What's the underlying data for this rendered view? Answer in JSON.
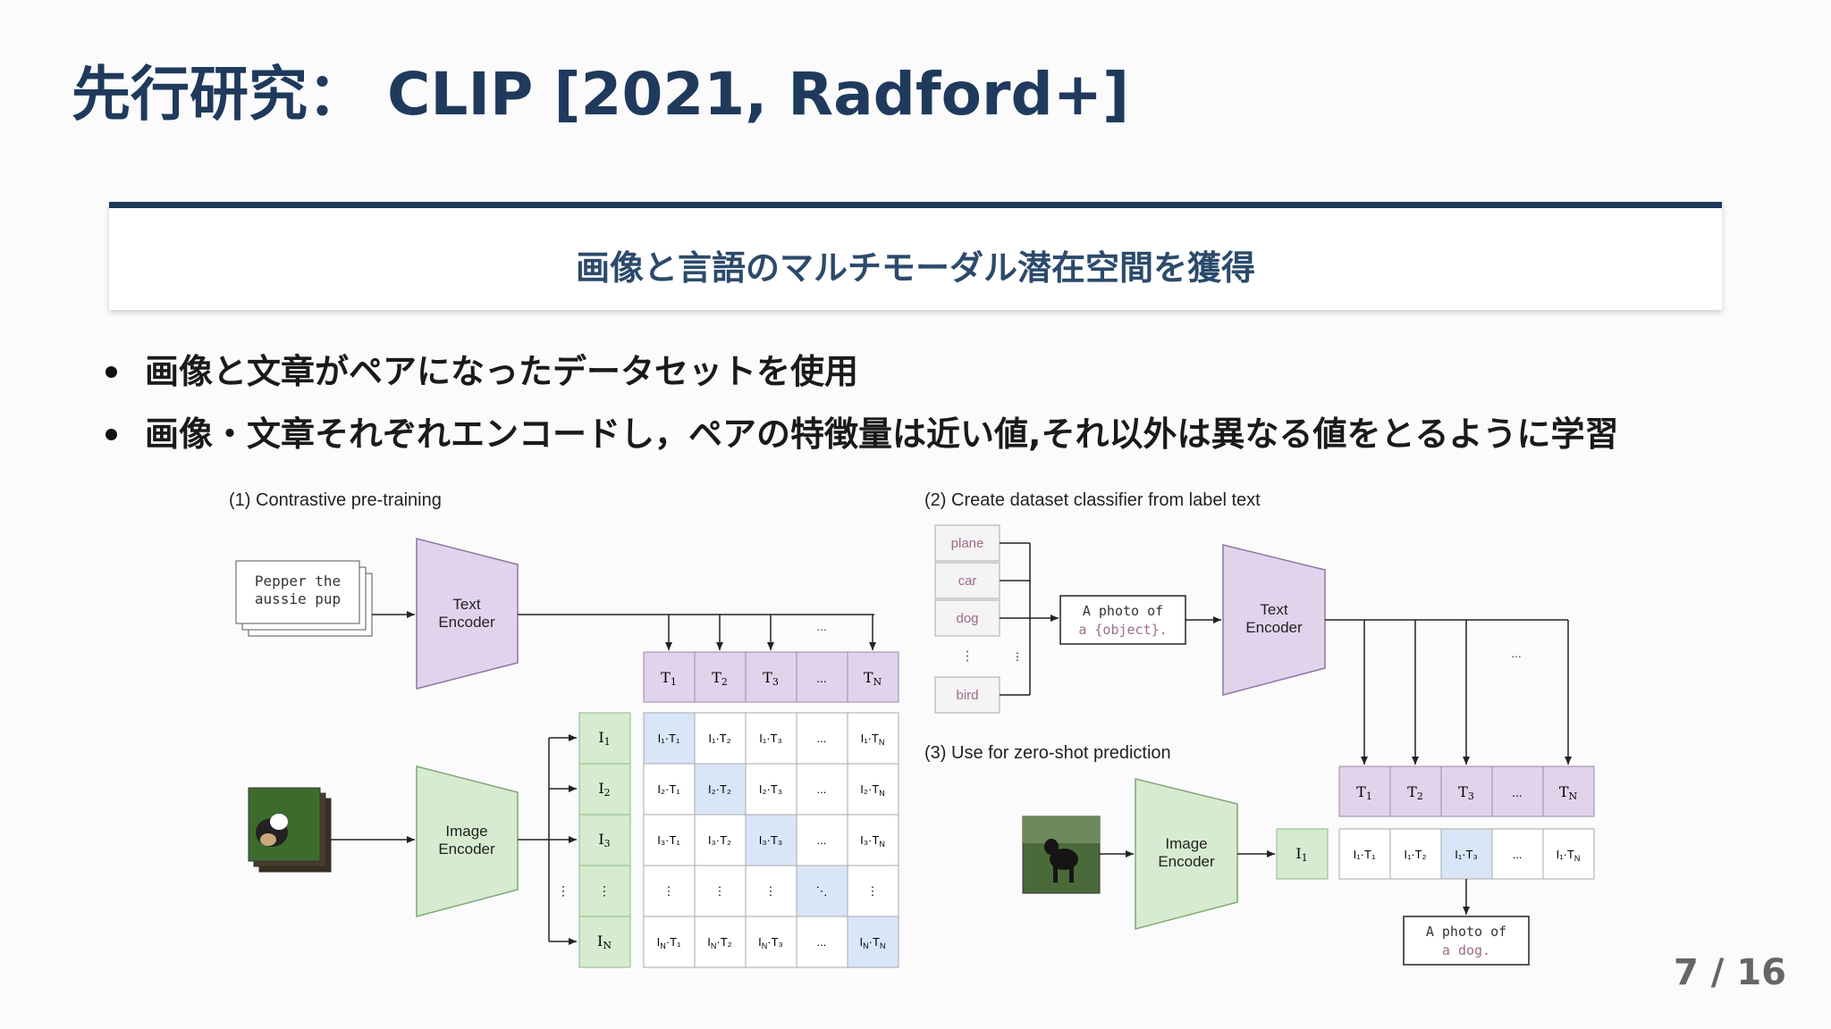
{
  "slide": {
    "title": "先行研究： CLIP [2021, Radford+]",
    "subtitle": "画像と言語のマルチモーダル潜在空間を獲得",
    "bullets": [
      "画像と文章がペアになったデータセットを使用",
      "画像・文章それぞれエンコードし，ペアの特徴量は近い値,それ以外は異なる値をとるように学習"
    ],
    "page_number": "7 / 16"
  },
  "figure": {
    "panel1_label": "(1) Contrastive pre-training",
    "panel2_label": "(2) Create dataset classifier from label text",
    "panel3_label": "(3) Use for zero-shot prediction",
    "text_input": [
      "Pepper the",
      "aussie pup"
    ],
    "text_encoder": [
      "Text",
      "Encoder"
    ],
    "image_encoder": [
      "Image",
      "Encoder"
    ],
    "labels": [
      "plane",
      "car",
      "dog",
      "bird"
    ],
    "template": [
      "A photo of",
      "a {object}."
    ],
    "prediction": [
      "A photo of",
      "a dog."
    ],
    "t_row": [
      "T1",
      "T2",
      "T3",
      "...",
      "TN"
    ],
    "i_col": [
      "I1",
      "I2",
      "I3",
      "⋮",
      "IN"
    ],
    "colors": {
      "purple": "#e2d3ec",
      "green": "#d6ebd0",
      "blue": "#d8e6f7",
      "border": "#9a9a9a"
    }
  }
}
